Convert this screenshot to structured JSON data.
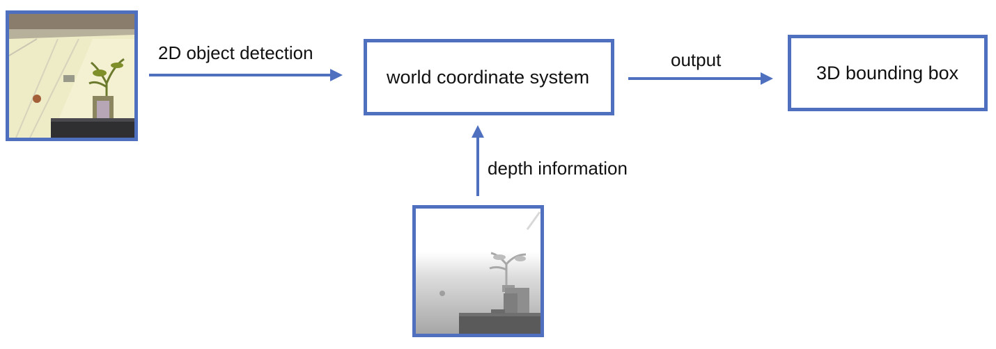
{
  "nodes": {
    "world": {
      "label": "world coordinate system"
    },
    "bbox": {
      "label": "3D bounding box"
    }
  },
  "edges": {
    "detection": {
      "label": "2D object detection"
    },
    "output": {
      "label": "output"
    },
    "depth": {
      "label": "depth information"
    }
  },
  "colors": {
    "accent": "#4f70bf"
  }
}
